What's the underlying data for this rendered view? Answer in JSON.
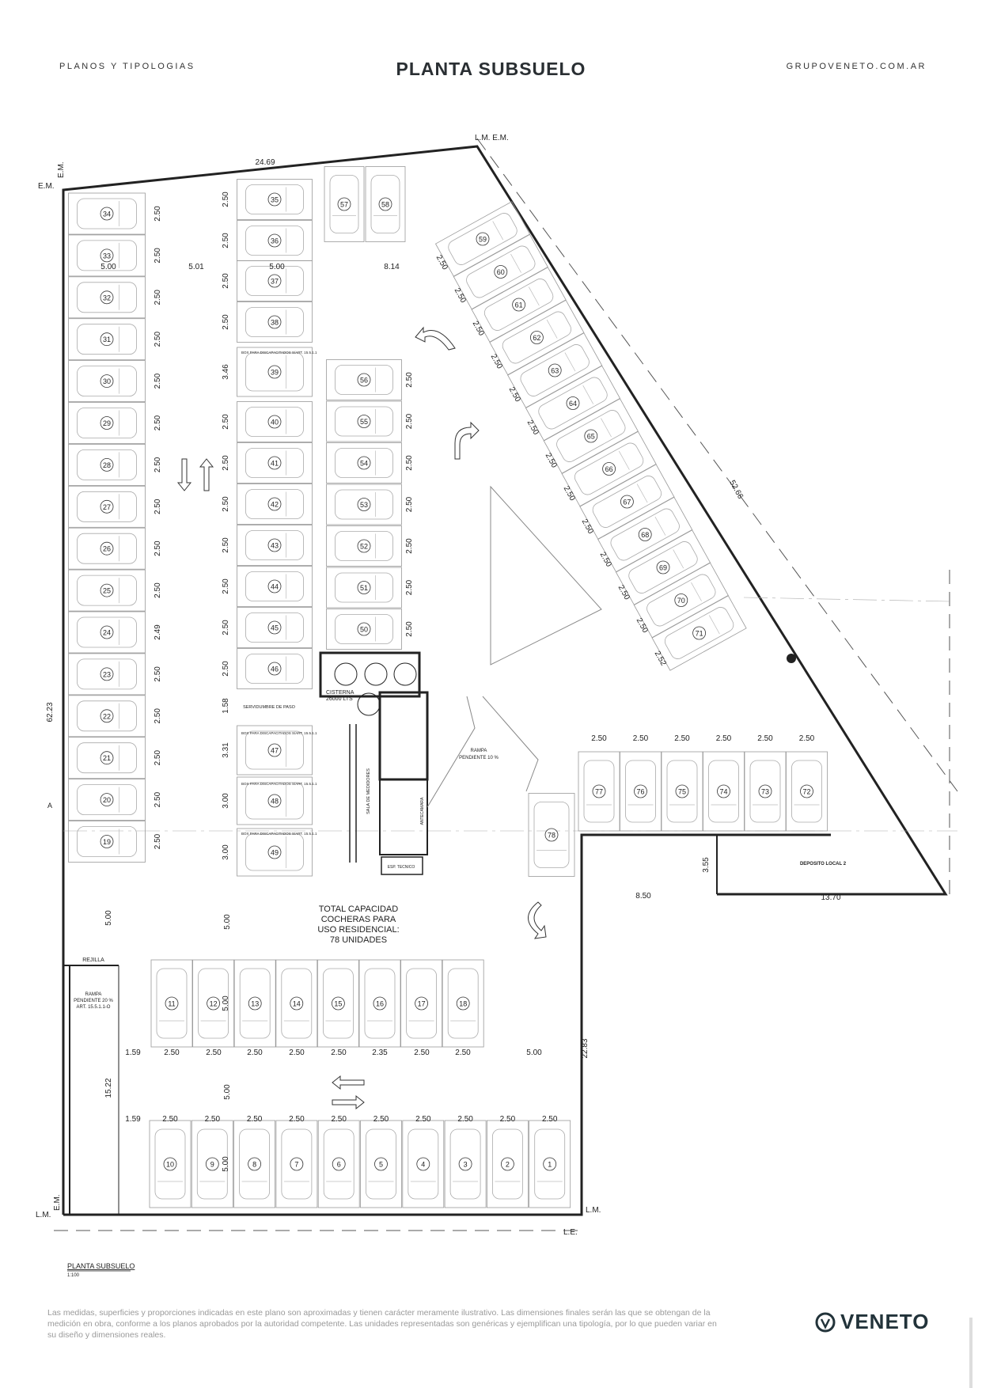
{
  "header": {
    "left": "PLANOS Y TIPOLOGIAS",
    "title": "PLANTA SUBSUELO",
    "right": "GRUPOVENETO.COM.AR"
  },
  "plan": {
    "labels": {
      "total_capacity": [
        "TOTAL CAPACIDAD",
        "COCHERAS PARA",
        "USO RESIDENCIAL:",
        "78 UNIDADES"
      ],
      "ramp_10": [
        "RAMPA",
        "PENDIENTE 10 %"
      ],
      "ramp_20": [
        "RAMPA",
        "PENDIENTE 20 %",
        "ART. 15.5.1.1-O"
      ],
      "rejilla": "REJILLA",
      "deposito": "DEPOSITO LOCAL 2",
      "cisterna": [
        "CISTERNA",
        "26000 LTS"
      ],
      "servidumbre": "SERVIDUMBRE DE PASO",
      "sala_medidores": "SALA DE MEDIDORES",
      "esp_tecnico": "ESP. TECNICO",
      "antecamara": "ANTECAMARA",
      "box_discapacitados": "BOX PARA DISCAPACITADOS S/ART. 15.5.1.1",
      "em_top_left": "E.M.",
      "em_top_left2": "E.M.",
      "lm_em_top": "L.M. E.M.",
      "lm_bottom_left": "L.M.",
      "em_bottom_left": "E.M.",
      "lm_bottom_right": "L.M.",
      "le_bottom": "L.E.",
      "section_a": "A"
    },
    "plan_caption": "PLANTA SUBSUELO",
    "plan_scale": "1:100",
    "stalls": {
      "left_column": [
        "34",
        "33",
        "32",
        "31",
        "30",
        "29",
        "28",
        "27",
        "26",
        "25",
        "24",
        "23",
        "22",
        "21",
        "20",
        "19"
      ],
      "center_column": [
        "35",
        "36",
        "37",
        "38",
        "39",
        "40",
        "41",
        "42",
        "43",
        "44",
        "45",
        "46"
      ],
      "center_right_column": [
        "56",
        "55",
        "54",
        "53",
        "52",
        "51",
        "50"
      ],
      "accessible": [
        "47",
        "48",
        "49"
      ],
      "top": [
        "57",
        "58"
      ],
      "diagonal": [
        "59",
        "60",
        "61",
        "62",
        "63",
        "64",
        "65",
        "66",
        "67",
        "68",
        "69",
        "70",
        "71"
      ],
      "right_row": [
        "77",
        "76",
        "75",
        "74",
        "73",
        "72"
      ],
      "single": "78",
      "middle_row": [
        "11",
        "12",
        "13",
        "14",
        "15",
        "16",
        "17",
        "18"
      ],
      "bottom_row": [
        "10",
        "9",
        "8",
        "7",
        "6",
        "5",
        "4",
        "3",
        "2",
        "1"
      ]
    },
    "dimensions": {
      "top": "24.69",
      "diagonal_total": "52.66",
      "left_total": "62.23",
      "lower_right_total": "22.83",
      "ramp_length": "15.22",
      "deposit_left": "8.50",
      "deposit_right": "13.70",
      "deposit_height": "3.55",
      "aisle_row": [
        "5.00",
        "5.01",
        "5.00",
        "8.14"
      ],
      "left_column": [
        "2.50",
        "2.50",
        "2.50",
        "2.50",
        "2.50",
        "2.50",
        "2.50",
        "2.50",
        "2.50",
        "2.50",
        "2.49",
        "2.50",
        "2.50",
        "2.50",
        "2.50",
        "2.50"
      ],
      "center_column": [
        "2.50",
        "2.50",
        "2.50",
        "2.50",
        "3.46",
        "2.50",
        "2.50",
        "2.50",
        "2.50",
        "2.50",
        "2.50",
        "2.50",
        "1.58",
        "3.31",
        "3.00",
        "3.00"
      ],
      "center_right_column": [
        "2.50",
        "2.50",
        "2.50",
        "2.50",
        "2.50",
        "2.50",
        "2.50"
      ],
      "diagonal": [
        "2.50",
        "2.50",
        "2.50",
        "2.50",
        "2.50",
        "2.50",
        "2.50",
        "2.50",
        "2.50",
        "2.50",
        "2.50",
        "2.50",
        "2.52"
      ],
      "right_row": [
        "2.50",
        "2.50",
        "2.50",
        "2.50",
        "2.50",
        "2.50"
      ],
      "middle_row": [
        "1.59",
        "2.50",
        "2.50",
        "2.50",
        "2.50",
        "2.50",
        "2.35",
        "2.50",
        "2.50"
      ],
      "bottom_row": [
        "1.59",
        "2.50",
        "2.50",
        "2.50",
        "2.50",
        "2.50",
        "2.50",
        "2.50",
        "2.50",
        "2.50",
        "2.50"
      ],
      "aisle_vertical": [
        "5.00",
        "5.00",
        "5.00"
      ],
      "stall_depth": [
        "5.00",
        "5.00"
      ],
      "aisle_right": "5.00"
    }
  },
  "footer": {
    "disclaimer": "Las medidas, superficies y proporciones indicadas en este plano son aproximadas y tienen carácter meramente ilustrativo. Las dimensiones finales serán las que se obtengan de la medición en obra, conforme a los planos aprobados por la autoridad competente. Las unidades representadas son genéricas y ejemplifican una tipología, por lo que pueden variar en su diseño y dimensiones reales.",
    "brand": "VENETO"
  },
  "colors": {
    "line": "#222222",
    "thin": "#9a9a9a",
    "logo": "#22333a"
  }
}
